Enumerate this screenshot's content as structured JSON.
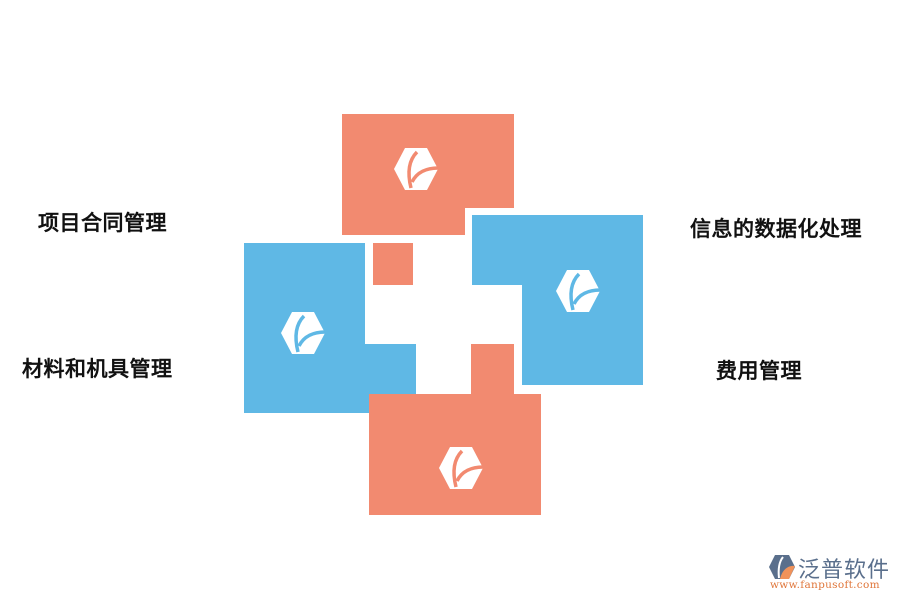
{
  "diagram": {
    "colors": {
      "salmon": "#f28a70",
      "blue": "#5fb8e5",
      "text": "#111111"
    },
    "labels": [
      {
        "id": "top-left",
        "text": "项目合同管理"
      },
      {
        "id": "bottom-left",
        "text": "材料和机具管理"
      },
      {
        "id": "top-right",
        "text": "信息的数据化处理"
      },
      {
        "id": "bottom-right",
        "text": "费用管理"
      }
    ],
    "tiles": [
      {
        "id": "top",
        "color": "salmon",
        "icon": "leaf-hexagon-icon"
      },
      {
        "id": "left",
        "color": "blue",
        "icon": "leaf-hexagon-icon"
      },
      {
        "id": "right",
        "color": "blue",
        "icon": "leaf-hexagon-icon"
      },
      {
        "id": "bottom",
        "color": "salmon",
        "icon": "leaf-hexagon-icon"
      }
    ]
  },
  "watermark": {
    "name": "泛普软件",
    "url": "www.fanpusoft.com"
  }
}
